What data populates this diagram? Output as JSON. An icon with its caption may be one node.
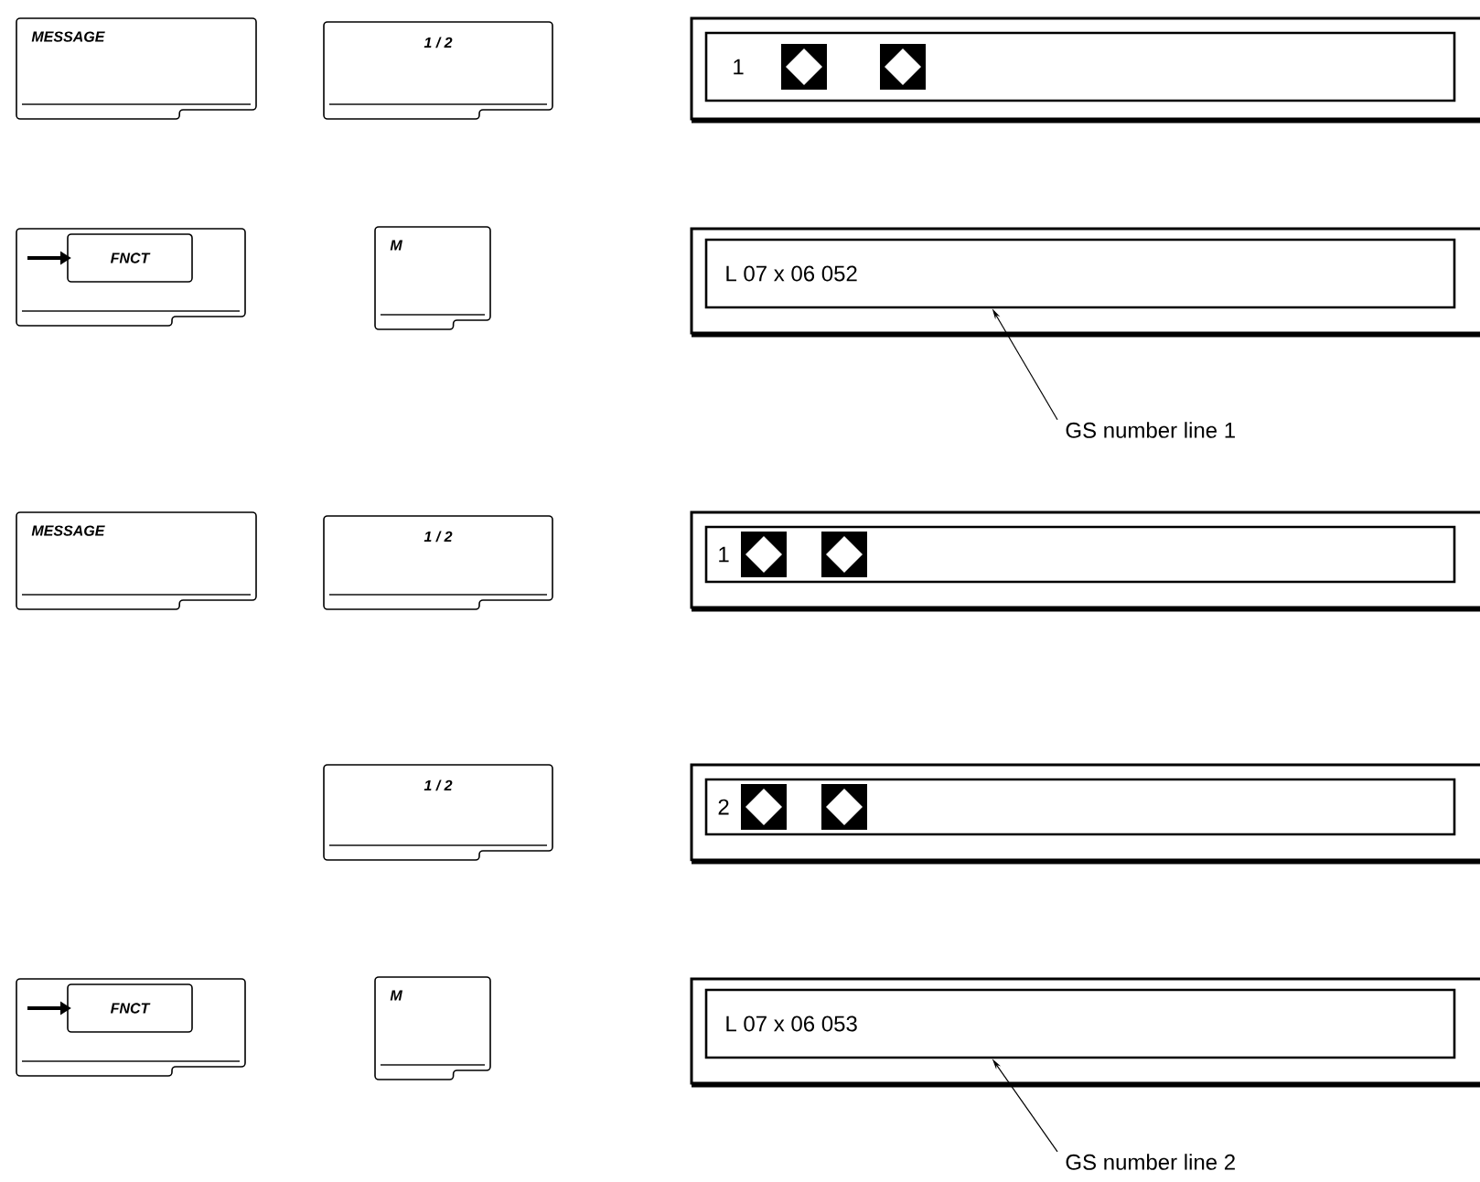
{
  "diagram": {
    "nodes": [
      {
        "text": [
          "MESSAGE"
        ]
      },
      {
        "text": [
          "1 / 2"
        ]
      },
      {
        "text": [
          "1"
        ]
      },
      {
        "text": [
          "FNCT"
        ]
      },
      {
        "text": [
          "M"
        ]
      },
      {
        "text": [
          "L 07 x 06  052"
        ]
      },
      {
        "text": [
          "GS number line 1"
        ]
      },
      {
        "text": [
          "MESSAGE"
        ]
      },
      {
        "text": [
          "1 / 2"
        ]
      },
      {
        "text": [
          "1"
        ]
      },
      {
        "text": [
          "1 / 2"
        ]
      },
      {
        "text": [
          "2"
        ]
      },
      {
        "text": [
          "FNCT"
        ]
      },
      {
        "text": [
          "M"
        ]
      },
      {
        "text": [
          "L 07 x 06  053"
        ]
      },
      {
        "text": [
          "GS number line 2"
        ]
      }
    ],
    "edges": [
      {
        "from": 6,
        "to": 5,
        "arrow": "to"
      },
      {
        "from": 15,
        "to": 14,
        "arrow": "to"
      }
    ]
  }
}
